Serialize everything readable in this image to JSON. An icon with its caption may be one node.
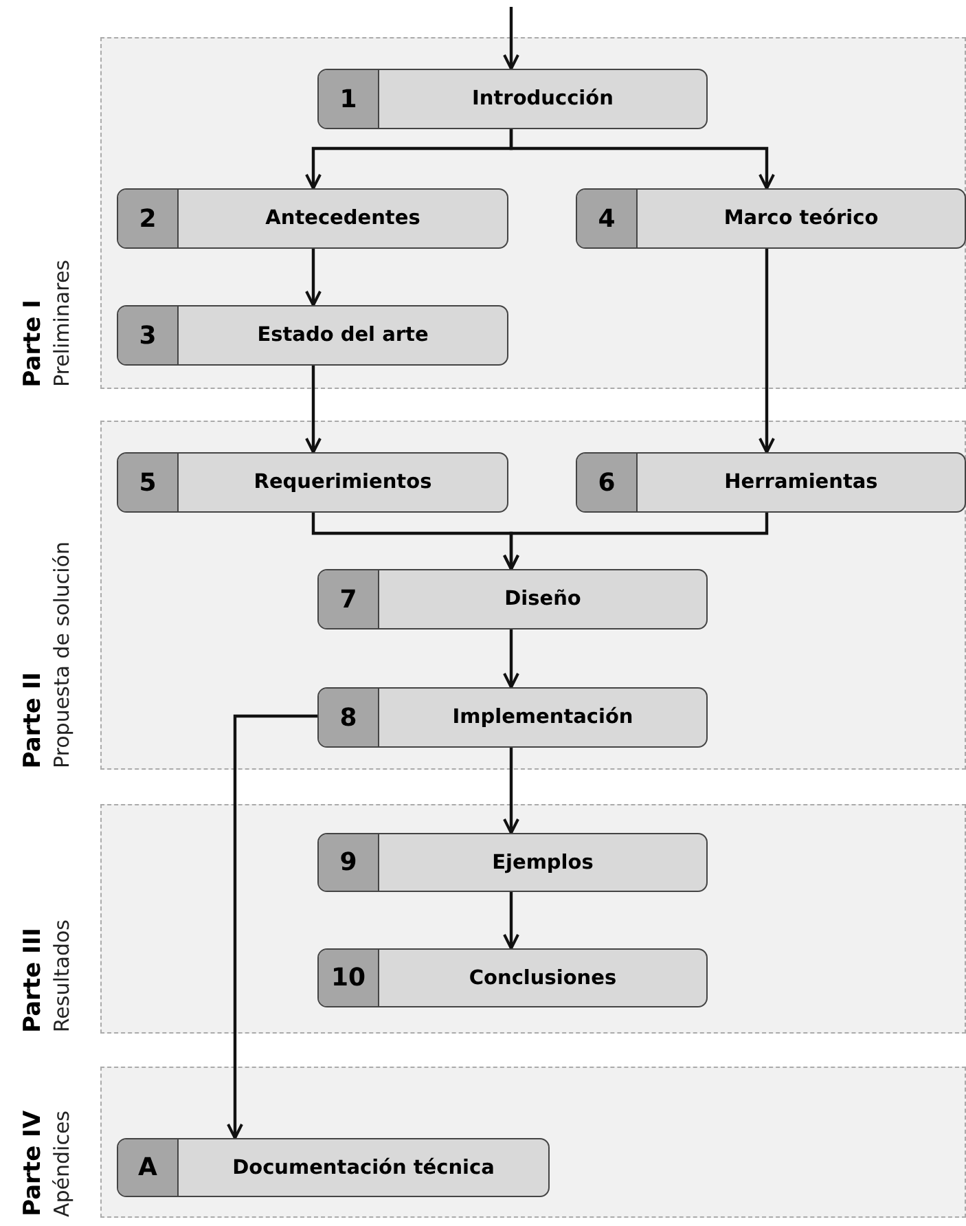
{
  "diagram": {
    "nodes": [
      {
        "text": [
          "Parte I",
          "Preliminares"
        ]
      },
      {
        "text": [
          "1",
          "Introducción"
        ],
        "in": 0
      },
      {
        "text": [
          "2",
          "Antecedentes"
        ],
        "in": 0
      },
      {
        "text": [
          "4",
          "Marco teórico"
        ],
        "in": 0
      },
      {
        "text": [
          "3",
          "Estado del arte"
        ],
        "in": 0
      },
      {
        "text": [
          "Parte II",
          "Propuesta de solución"
        ]
      },
      {
        "text": [
          "5",
          "Requerimientos"
        ],
        "in": 5
      },
      {
        "text": [
          "6",
          "Herramientas"
        ],
        "in": 5
      },
      {
        "text": [
          "7",
          "Diseño"
        ],
        "in": 5
      },
      {
        "text": [
          "8",
          "Implementación"
        ],
        "in": 5
      },
      {
        "text": [
          "Parte III",
          "Resultados"
        ]
      },
      {
        "text": [
          "9",
          "Ejemplos"
        ],
        "in": 10
      },
      {
        "text": [
          "10",
          "Conclusiones"
        ],
        "in": 10
      },
      {
        "text": [
          "Parte IV",
          "Apéndices"
        ]
      },
      {
        "text": [
          "A",
          "Documentación técnica"
        ],
        "in": 13
      }
    ],
    "edges": [
      {
        "from": null,
        "to": 1,
        "arrow": "to"
      },
      {
        "from": 1,
        "to": 2,
        "arrow": "to"
      },
      {
        "from": 1,
        "to": 3,
        "arrow": "to"
      },
      {
        "from": 2,
        "to": 4,
        "arrow": "to"
      },
      {
        "from": 4,
        "to": 6,
        "arrow": "to"
      },
      {
        "from": 3,
        "to": 7,
        "arrow": "to"
      },
      {
        "from": 6,
        "to": 8,
        "arrow": "to"
      },
      {
        "from": 7,
        "to": 8,
        "arrow": "to"
      },
      {
        "from": 8,
        "to": 9,
        "arrow": "to"
      },
      {
        "from": 9,
        "to": 11,
        "arrow": "to"
      },
      {
        "from": 11,
        "to": 12,
        "arrow": "to"
      },
      {
        "from": 9,
        "to": 14,
        "arrow": "to"
      }
    ]
  }
}
